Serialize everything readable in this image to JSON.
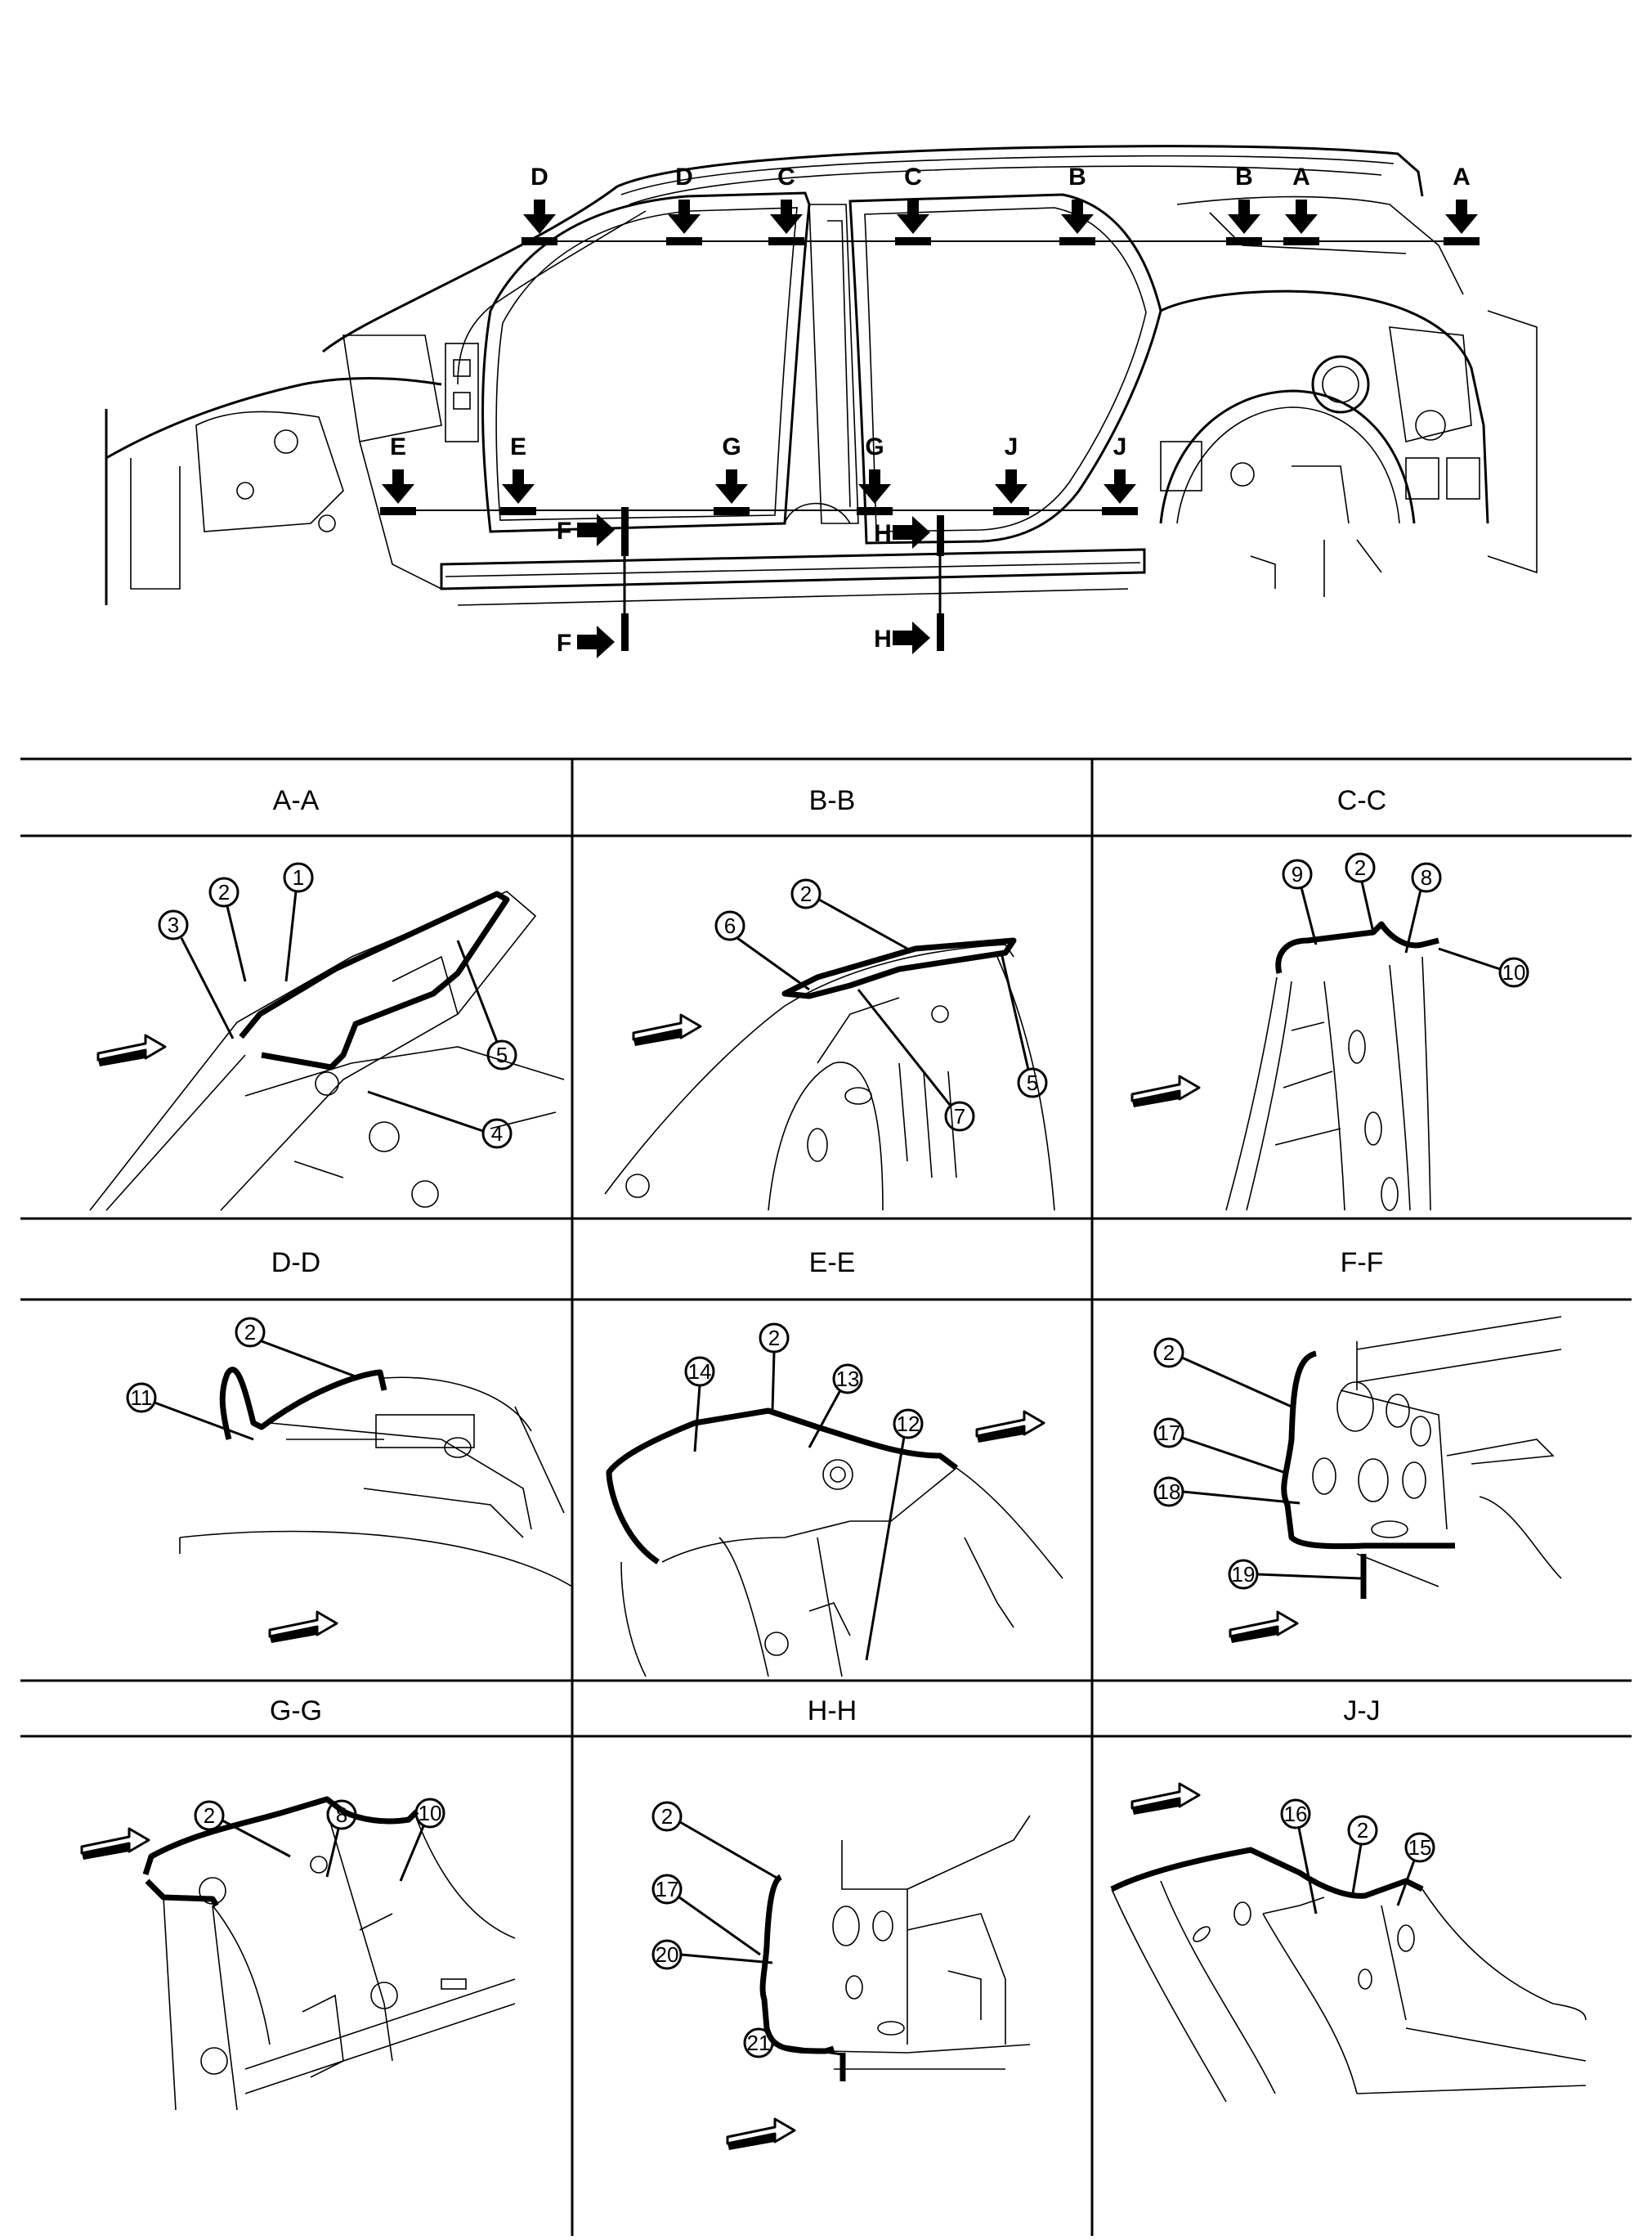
{
  "overview": {
    "section_markers": {
      "D": "D",
      "C": "C",
      "B": "B",
      "A": "A",
      "E": "E",
      "G": "G",
      "J": "J",
      "F": "F",
      "H": "H"
    }
  },
  "sections": [
    {
      "id": "aa",
      "title": "A-A",
      "callouts": [
        "1",
        "2",
        "3",
        "4",
        "5"
      ]
    },
    {
      "id": "bb",
      "title": "B-B",
      "callouts": [
        "2",
        "6",
        "7",
        "5"
      ]
    },
    {
      "id": "cc",
      "title": "C-C",
      "callouts": [
        "9",
        "2",
        "8",
        "10"
      ]
    },
    {
      "id": "dd",
      "title": "D-D",
      "callouts": [
        "2",
        "11"
      ]
    },
    {
      "id": "ee",
      "title": "E-E",
      "callouts": [
        "2",
        "14",
        "13",
        "12"
      ]
    },
    {
      "id": "ff",
      "title": "F-F",
      "callouts": [
        "2",
        "17",
        "18",
        "19"
      ]
    },
    {
      "id": "gg",
      "title": "G-G",
      "callouts": [
        "2",
        "8",
        "10"
      ]
    },
    {
      "id": "hh",
      "title": "H-H",
      "callouts": [
        "2",
        "17",
        "20",
        "21"
      ]
    },
    {
      "id": "jj",
      "title": "J-J",
      "callouts": [
        "16",
        "2",
        "15"
      ]
    }
  ]
}
